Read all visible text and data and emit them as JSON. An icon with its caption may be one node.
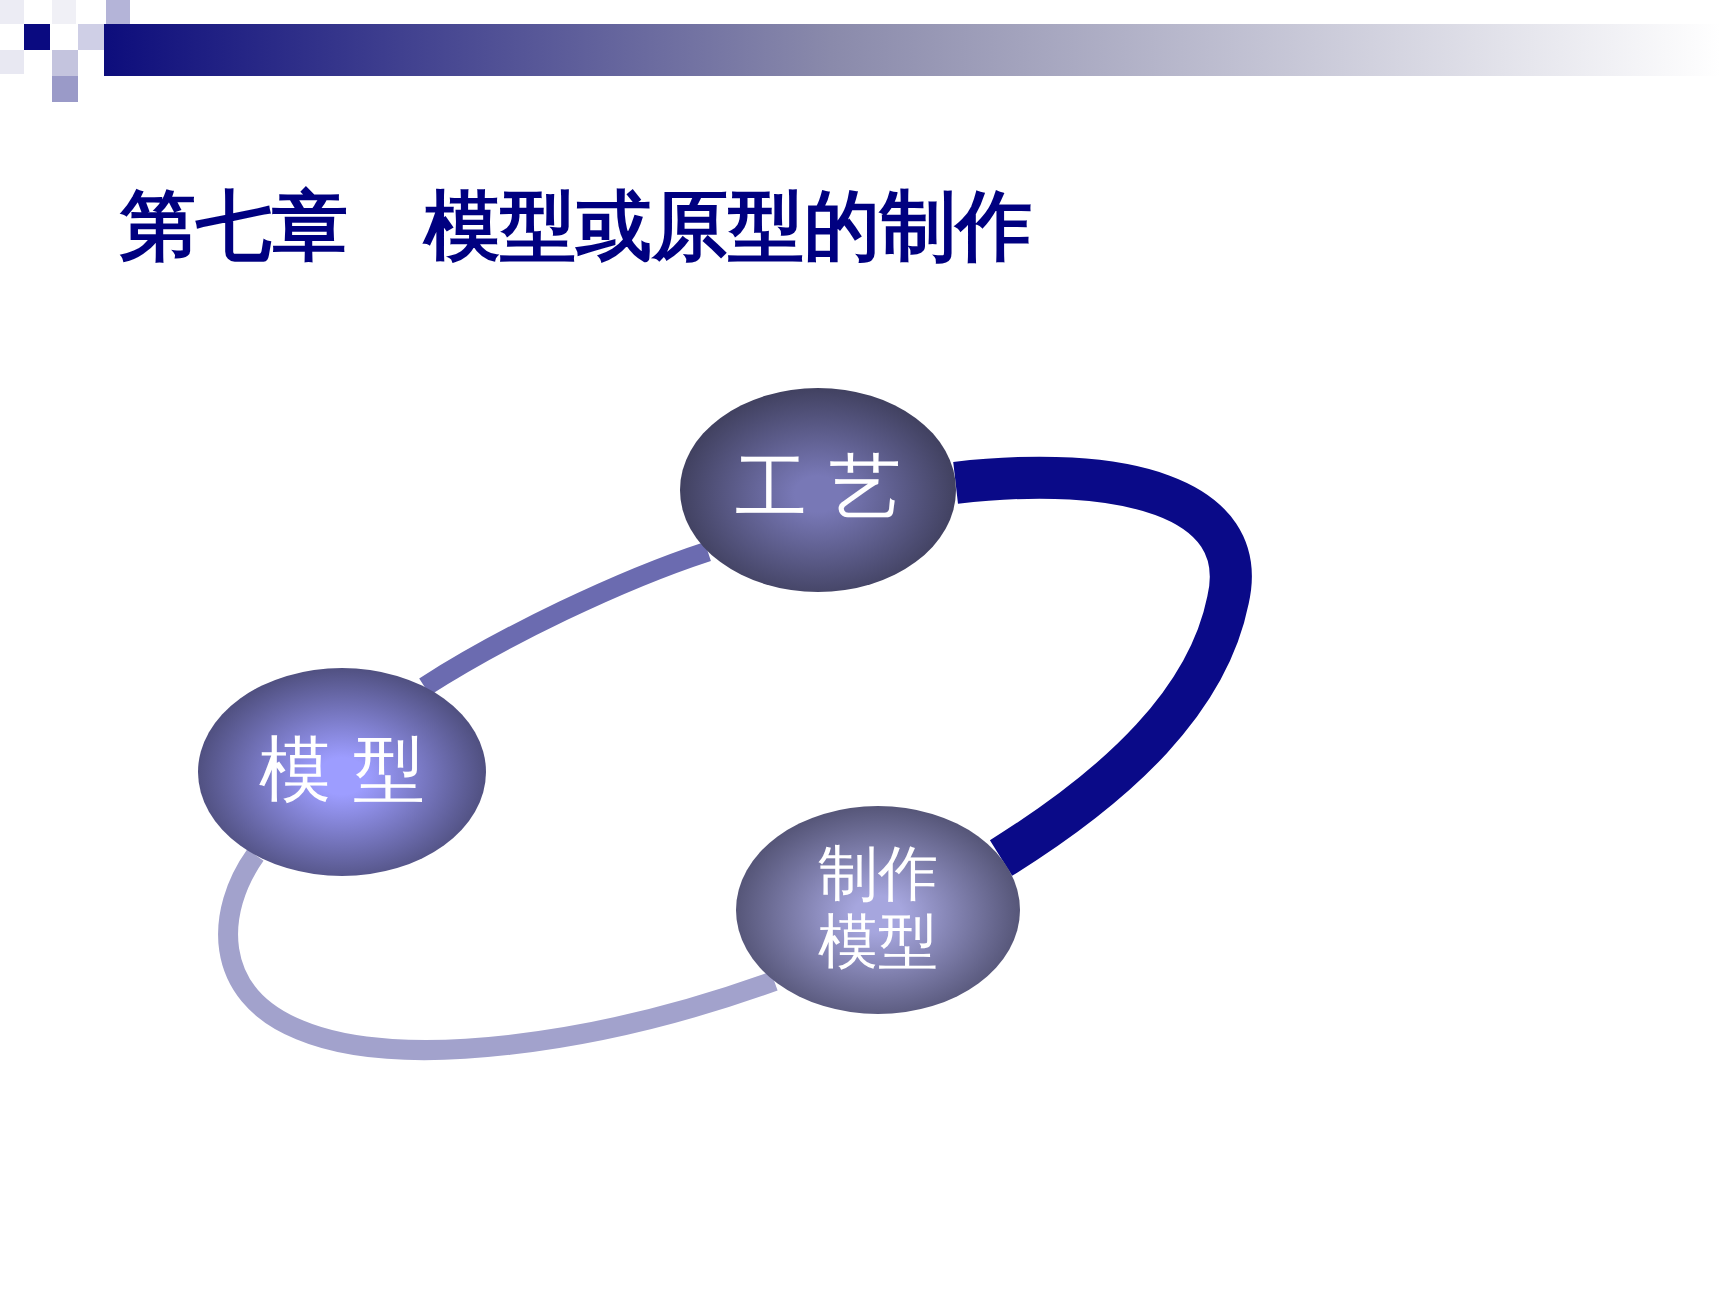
{
  "diagram": {
    "title": "第七章　模型或原型的制作",
    "nodes": [
      {
        "text": [
          "工 艺"
        ]
      },
      {
        "text": [
          "模 型"
        ]
      },
      {
        "text": [
          "制作模型"
        ]
      }
    ],
    "edges": [
      {
        "from": 1,
        "to": 0,
        "arrow": "none",
        "color": "#6b6bb0"
      },
      {
        "from": 0,
        "to": 2,
        "arrow": "none",
        "style": "thick",
        "color": "#0a0a88"
      },
      {
        "from": 2,
        "to": 1,
        "arrow": "none",
        "color": "#a2a2cc"
      }
    ]
  }
}
